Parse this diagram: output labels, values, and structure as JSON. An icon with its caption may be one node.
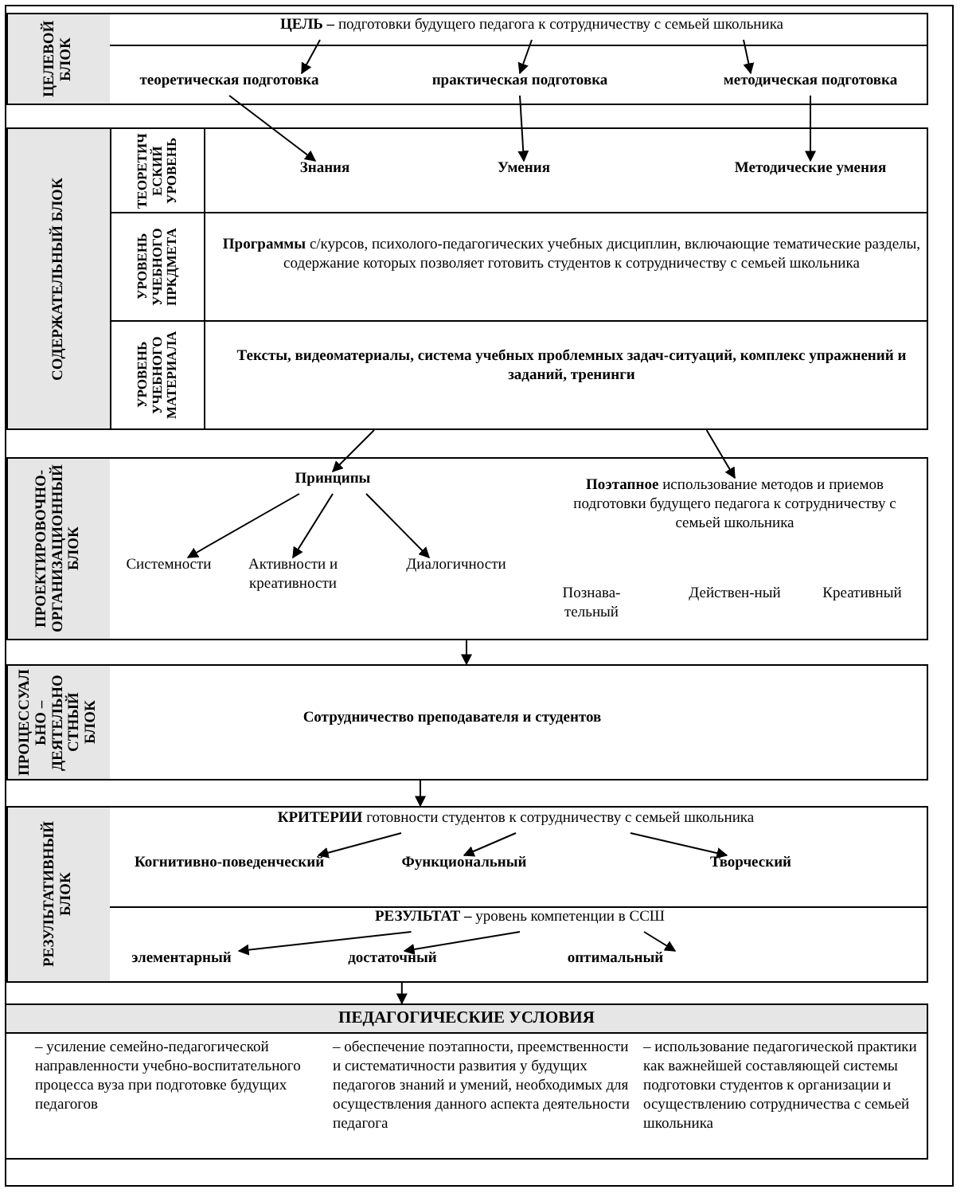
{
  "diagram": {
    "nodes": [
      {
        "text": [
          "ЦЕЛЕВОЙ БЛОК"
        ]
      },
      {
        "text": [
          "**ЦЕЛЬ –** подготовки будущего педагога к сотрудничеству с семьей школьника"
        ],
        "in": 0
      },
      {
        "text": [
          "теоретическая подготовка"
        ],
        "in": 0
      },
      {
        "text": [
          "практическая подготовка"
        ],
        "in": 0
      },
      {
        "text": [
          "методическая подготовка"
        ],
        "in": 0
      },
      {
        "text": [
          "СОДЕРЖАТЕЛЬНЫЙ БЛОК"
        ]
      },
      {
        "text": [
          "ТЕОРЕТИЧЕСКИЙ УРОВЕНЬ"
        ],
        "in": 5
      },
      {
        "text": [
          "Знания"
        ],
        "in": 5
      },
      {
        "text": [
          "Умения"
        ],
        "in": 5
      },
      {
        "text": [
          "Методические умения"
        ],
        "in": 5
      },
      {
        "text": [
          "УРОВЕНЬ УЧЕБНОГО ПРКДМЕТА"
        ],
        "in": 5
      },
      {
        "text": [
          "**Программы** с/курсов, психолого-педагогических учебных дисциплин, включающие тематические разделы, содержание которых позволяет готовить студентов к сотрудничеству с семьей школьника"
        ],
        "in": 5
      },
      {
        "text": [
          "УРОВЕНЬ УЧЕБНОГО МАТЕРИАЛА"
        ],
        "in": 5
      },
      {
        "text": [
          "Тексты, видеоматериалы, система учебных проблемных задач-ситуаций, комплекс упражнений и заданий, тренинги"
        ],
        "in": 5
      },
      {
        "text": [
          "ПРОЕКТИРОВОЧНО-ОРГАНИЗАЦИОННЫЙ БЛОК"
        ]
      },
      {
        "text": [
          "Принципы"
        ],
        "in": 14
      },
      {
        "text": [
          "Системности"
        ],
        "in": 14
      },
      {
        "text": [
          "Активности и креативности"
        ],
        "in": 14
      },
      {
        "text": [
          "Диалогичности"
        ],
        "in": 14
      },
      {
        "text": [
          "**Поэтапное** использование методов и приемов подготовки будущего педагога к сотрудничеству с семьей школьника"
        ],
        "in": 14
      },
      {
        "text": [
          "Познава-тельный"
        ],
        "in": 14
      },
      {
        "text": [
          "Действен-ный"
        ],
        "in": 14
      },
      {
        "text": [
          "Креативный"
        ],
        "in": 14
      },
      {
        "text": [
          "ПРОЦЕССУАЛЬНО – ДЕЯТЕЛЬНОСТНЫЙ БЛОК"
        ]
      },
      {
        "text": [
          "Сотрудничество преподавателя и студентов"
        ],
        "in": 23
      },
      {
        "text": [
          "РЕЗУЛЬТАТИВНЫЙ БЛОК"
        ]
      },
      {
        "text": [
          "**КРИТЕРИИ** готовности студентов к сотрудничеству с семьей школьника"
        ],
        "in": 25
      },
      {
        "text": [
          "Когнитивно-поведенческий"
        ],
        "in": 25
      },
      {
        "text": [
          "Функциональный"
        ],
        "in": 25
      },
      {
        "text": [
          "Творческий"
        ],
        "in": 25
      },
      {
        "text": [
          "**РЕЗУЛЬТАТ –** уровень компетенции в ССШ"
        ],
        "in": 25
      },
      {
        "text": [
          "элементарный"
        ],
        "in": 25
      },
      {
        "text": [
          "достаточный"
        ],
        "in": 25
      },
      {
        "text": [
          "оптимальный"
        ],
        "in": 25
      },
      {
        "text": [
          "ПЕДАГОГИЧЕСКИЕ УСЛОВИЯ"
        ]
      },
      {
        "text": [
          "– усиление семейно-педагогической направленности учебно-воспитательного процесса вуза при подготовке будущих педагогов"
        ],
        "in": 34
      },
      {
        "text": [
          "– обеспечение поэтапности, преемственности и систематичности развития у будущих педагогов знаний и умений, необходимых для осуществления данного аспекта деятельности педагога"
        ],
        "in": 34
      },
      {
        "text": [
          "– использование педагогической практики как важнейшей составляющей системы подготовки студентов к организации и осуществлению сотрудничества с семьей школьника"
        ],
        "in": 34
      }
    ],
    "edges": [
      {
        "from": 1,
        "to": 2,
        "arrow": "to"
      },
      {
        "from": 1,
        "to": 3,
        "arrow": "to"
      },
      {
        "from": 1,
        "to": 4,
        "arrow": "to"
      },
      {
        "from": 2,
        "to": 7,
        "arrow": "to"
      },
      {
        "from": 3,
        "to": 8,
        "arrow": "to"
      },
      {
        "from": 4,
        "to": 9,
        "arrow": "to"
      },
      {
        "from": 5,
        "to": 15,
        "arrow": "to"
      },
      {
        "from": 5,
        "to": 19,
        "arrow": "to"
      },
      {
        "from": 15,
        "to": 16,
        "arrow": "to"
      },
      {
        "from": 15,
        "to": 17,
        "arrow": "to"
      },
      {
        "from": 15,
        "to": 18,
        "arrow": "to"
      },
      {
        "from": 14,
        "to": 23,
        "arrow": "to"
      },
      {
        "from": 23,
        "to": 25,
        "arrow": "to"
      },
      {
        "from": 25,
        "to": 34,
        "arrow": "to"
      },
      {
        "from": 26,
        "to": 27,
        "arrow": "to"
      },
      {
        "from": 26,
        "to": 28,
        "arrow": "to"
      },
      {
        "from": 26,
        "to": 29,
        "arrow": "to"
      },
      {
        "from": 30,
        "to": 31,
        "arrow": "to"
      },
      {
        "from": 30,
        "to": 32,
        "arrow": "to"
      },
      {
        "from": 30,
        "to": 33,
        "arrow": "to"
      }
    ]
  }
}
